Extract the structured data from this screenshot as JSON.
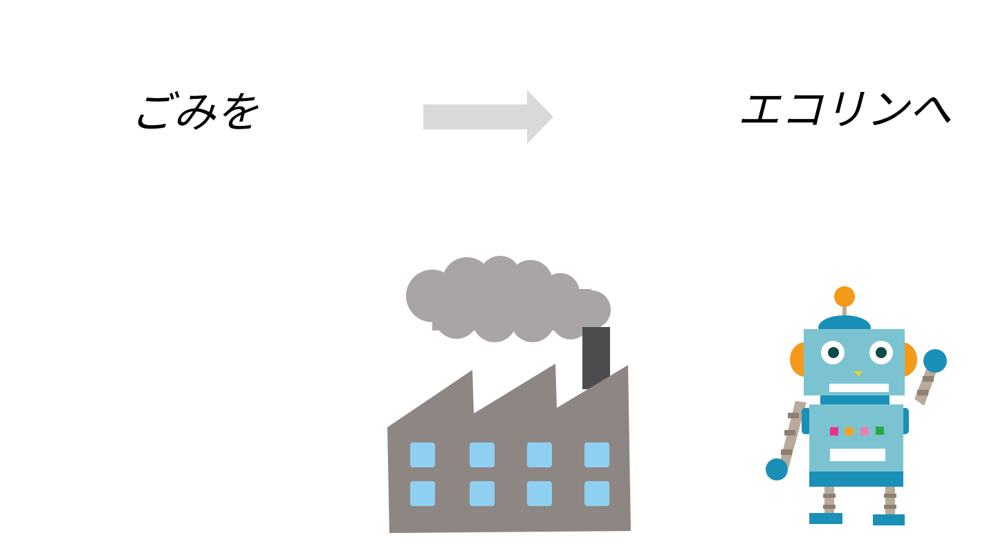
{
  "slide": {
    "left_text": "ごみを",
    "right_text": "エコリンへ",
    "arrow": "right-arrow-icon",
    "illustrations": {
      "left": "factory-illustration",
      "right": "robot-illustration"
    }
  },
  "colors": {
    "background": "#ffffff",
    "text": "#000000",
    "arrow": "#d9d9d9",
    "factory_wall": "#8e8683",
    "factory_smoke": "#a9a5a4",
    "factory_chimney": "#4b4c4e",
    "factory_window": "#8fd0f2",
    "robot_body": "#7cc3d1",
    "robot_dark_blue": "#1a8fb8",
    "robot_orange": "#f39a1a",
    "robot_joint": "#b8aa9c",
    "robot_button_colors": [
      "#e6338b",
      "#f5a31a",
      "#ec7fb1",
      "#2aa845"
    ]
  }
}
